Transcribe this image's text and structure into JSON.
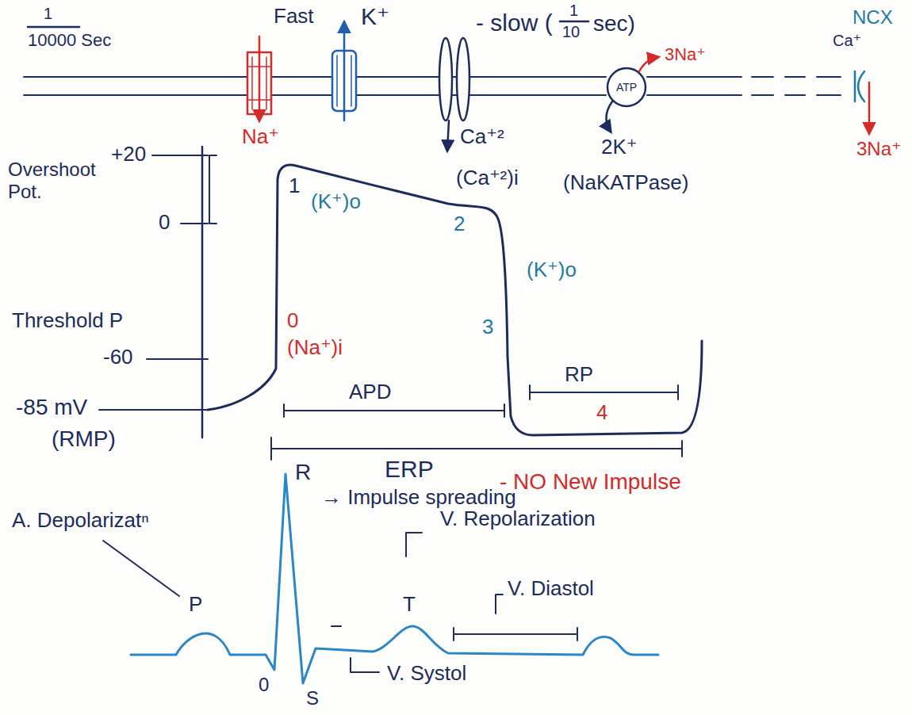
{
  "diagram": {
    "labels": [
      "1",
      "10000 Sec",
      "Fast",
      "K⁺",
      "- slow (",
      "1",
      "10",
      "sec)",
      "NCX",
      "Ca⁺",
      "3Na⁺",
      "ATP",
      "Na⁺",
      "Ca⁺²",
      "2K⁺",
      "3Na⁺",
      "+20",
      "Overshoot Pot.",
      "1",
      "(K⁺)o",
      "(Ca⁺²)i",
      "(NaKATPase)",
      "0",
      "2",
      "(K⁺)o",
      "Threshold P",
      "0",
      "(Na⁺)i",
      "3",
      "-60",
      "RP",
      "APD",
      "-85 mV",
      "4",
      "(RMP)",
      "ERP",
      "- NO New Impulse",
      "R",
      "→ Impulse spreading",
      "A. Depolarizatⁿ",
      "V. Repolarization",
      "P",
      "T",
      "V. Diastol",
      "0",
      "V. Systol",
      "S"
    ]
  }
}
